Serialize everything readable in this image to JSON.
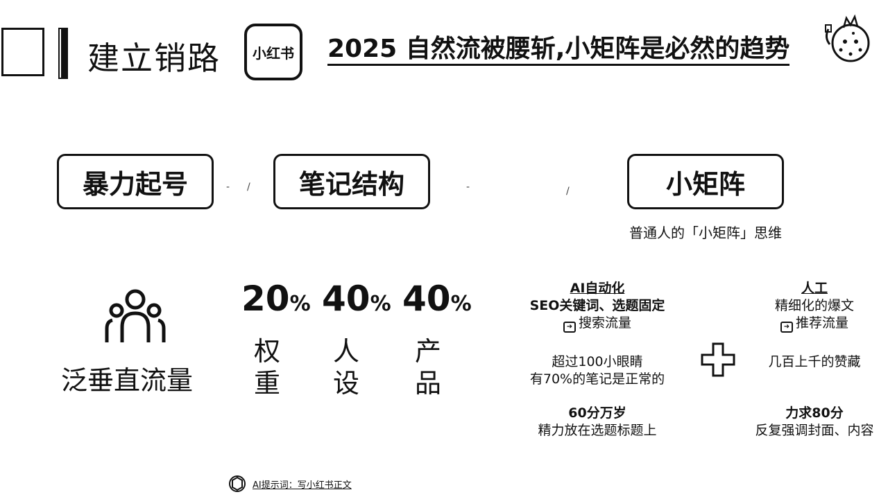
{
  "header": {
    "section_title": "建立销路",
    "logo_text": "小红书",
    "headline": "2025 自然流被腰斩,小矩阵是必然的趋势"
  },
  "stages": [
    {
      "label": "暴力起号"
    },
    {
      "label": "笔记结构"
    },
    {
      "label": "小矩阵"
    }
  ],
  "stage_caption": "普通人的「小矩阵」思维",
  "flow_label": "泛垂直流量",
  "ratios": [
    {
      "number": "20",
      "unit": "%",
      "label_line1": "权",
      "label_line2": "重"
    },
    {
      "number": "40",
      "unit": "%",
      "label_line1": "人",
      "label_line2": "设"
    },
    {
      "number": "40",
      "unit": "%",
      "label_line1": "产",
      "label_line2": "品"
    }
  ],
  "left_column": {
    "header": "AI自动化",
    "line1": "SEO关键词、选题固定",
    "traffic": "搜索流量",
    "stat_line1": "超过100小眼睛",
    "stat_line2": "有70%的笔记是正常的",
    "score": "60分万岁",
    "focus": "精力放在选题标题上"
  },
  "right_column": {
    "header": "人工",
    "line1": "精细化的爆文",
    "traffic": "推荐流量",
    "stat_line1": "几百上千的赞藏",
    "score": "力求80分",
    "focus": "反复强调封面、内容"
  },
  "footer": {
    "prompt": "AI提示词：写小红书正文"
  }
}
